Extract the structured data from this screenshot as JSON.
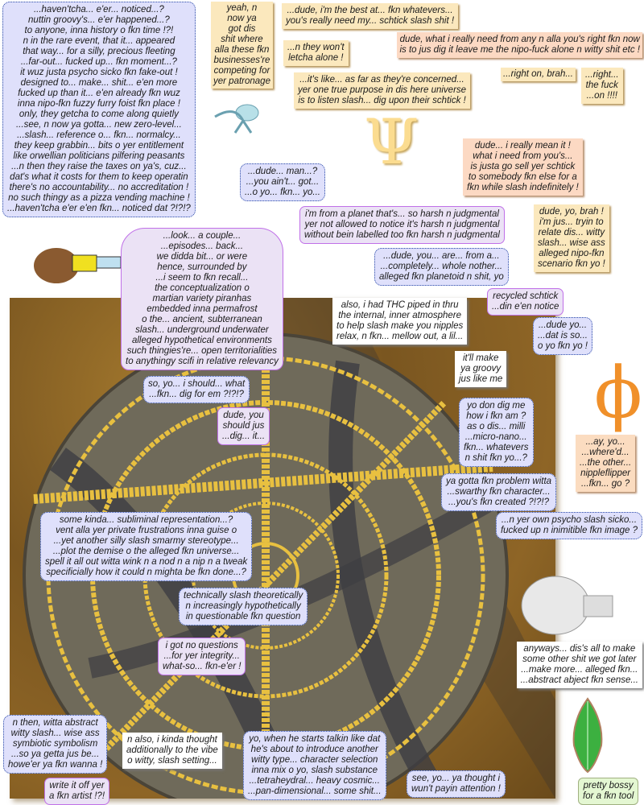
{
  "bubbles": {
    "b1": "...haven'tcha... e'er... noticed...?\nnuttin groovy's... e'er happened...?\nto anyone, inna history o fkn time !?!\nn in the rare event, that it... appeared\nthat way... for a silly, precious fleeting\n...far-out... fucked up... fkn moment...?\nit wuz justa psycho sicko fkn fake-out !\ndesigned to... make... shit... e'en more\nfucked up than it... e'en already fkn wuz\ninna nipo-fkn fuzzy furry foist fkn place !\nonly, they getcha to come along quietly\n...see, n now ya gotta... new zero-level...\n...slash... reference o... fkn... normalcy...\nthey keep grabbin... bits o yer entitlement\nlike orwellian politicians pilfering peasants\n...n then they raise the taxes on ya's, cuz...\ndat's what it costs for them to keep operatin\nthere's no accountability... no accreditation !\nno such thingy as a pizza vending machine !\n...haven'tcha e'er e'en fkn... noticed dat ?!?!?",
    "b2": "yeah, n\nnow ya\ngot dis\nshit where\nalla these fkn\nbusinesses're\ncompeting for\nyer patronage",
    "b3": "...dude, i'm the best at... fkn whatevers...\nyou's really need my... schtick slash shit !",
    "b4": "...n they won't\nletcha alone !",
    "b5": "dude, what i really need from any n alla you's right fkn now\nis to jus dig it leave me the nipo-fuck alone n witty shit etc !",
    "b6": "...it's like... as far as they're concerned...\nyer one true purpose in dis here universe\nis to listen slash... dig upon their schtick !",
    "b7": "...right on, brah...",
    "b8": "...right...\nthe fuck\n...on !!!!",
    "b9": "dude... i really mean it !\nwhat i need from you's...\nis justa go sell yer schtick\nto somebody fkn else for a\nfkn while slash indefinitely !",
    "b10": "dude, yo, brah !\ni'm jus... tryin to\nrelate dis... witty\nslash... wise ass\nalleged nipo-fkn\nscenario fkn yo !",
    "b11": "...dude... man...?\n...you ain't... got...\n...o yo... fkn... yo...",
    "b12": "i'm from a planet that's... so harsh n judgmental\nyer not allowed to notice it's harsh n judgmental\nwithout bein labelled too fkn harsh n judgmental",
    "b13": "...dude, you... are... from a...\n...completely... whole nother...\nalleged fkn planetoid n shit, yo",
    "b14": "...look... a couple...\n...episodes... back...\nwe didda bit... or were\nhence, surrounded by\n...i seem to fkn recall...\nthe conceptualization o\nmartian variety piranhas\nembedded inna permafrost\no the... ancient, subterranean\nslash... underground underwater\nalleged hypothetical environments\nsuch thingies're... open territorialities\nto anythingy scifi in relative relevancy",
    "b15": "also, i had THC piped in thru\nthe internal, inner atmosphere\nto help slash make you nipples\nrelax, n fkn... mellow out, a lil...",
    "b16": "recycled schtick\n...din e'en notice",
    "b17": "...dude yo...\n...dat is so...\no yo fkn yo !",
    "b18": "it'll make\nya groovy\njus like me",
    "b19": "so, yo... i should... what\n...fkn... dig for em ?!?!?",
    "b20": "dude, you\nshould jus\n...dig... it...",
    "b21": "yo don dig me\nhow i fkn am ?\nas o dis... milli\n...micro-nano...\nfkn... whatevers\nn shit fkn yo...?",
    "b22": "...ay, yo...\n...where'd...\n...the other...\nnippleflipper\n...fkn... go ?",
    "b23": "ya gotta fkn problem witta\n...swarthy fkn character...\n...you's fkn created ?!?!?",
    "b24": "...n yer own psycho slash sicko...\nfucked up n inimitible fkn image ?",
    "b25": "some kinda... subliminal representation...?\nvent alla yer private frustrations inna guise o\n...yet another silly slash smarmy stereotype...\n...plot the demise o the alleged fkn universe...\nspell it all out witta wink n a nod n a nip n a tweak\nspecificially how it could n mighta be fkn done...?",
    "b26": "technically slash theoretically\nn increasingly hypothetically\nin questionable fkn question",
    "b27": "i got no questions\n...for yer integrity...\nwhat-so... fkn-e'er !",
    "b28": "anyways... dis's all to make\nsome other shit we got later\n...make more... alleged fkn...\n...abstract abject fkn sense...",
    "b29": "n then, witta abstract\nwitty slash... wise ass\nsymbiotic symbolism\n...so ya getta jus be...\nhowe'er ya fkn wanna !",
    "b30": "write it off yer\na fkn artist !?!",
    "b31": "n also, i kinda thought\nadditionally to the vibe\no witty, slash setting...",
    "b32": "yo, when he starts talkin like dat\nhe's about to introduce another\nwitty type... character selection\ninna mix o yo, slash substance\n...tetraheydral... heavy cosmic...\n...pan-dimensional... some shit...",
    "b33": "see, yo... ya thought i\nwun't payin attention !",
    "b34": "pretty bossy\nfor a fkn tool"
  },
  "glyphs": {
    "psi": "Ψ",
    "phi": "ϕ"
  },
  "colors": {
    "psi": "#fbdc90",
    "phi": "#f0902a",
    "gold": "#e8c040",
    "panel": "#7a5620"
  }
}
